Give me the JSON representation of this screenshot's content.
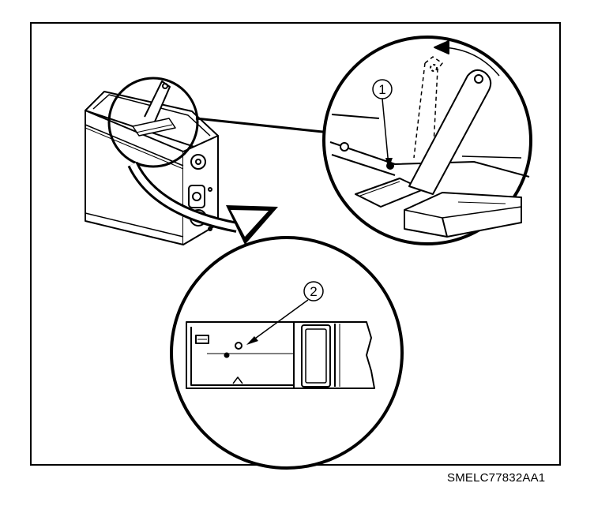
{
  "callouts": [
    {
      "number": "1"
    },
    {
      "number": "2"
    }
  ],
  "figure_code": "SMELC77832AA1",
  "colors": {
    "ink": "#000000",
    "paper": "#ffffff",
    "shade": "#d9d9d9"
  }
}
